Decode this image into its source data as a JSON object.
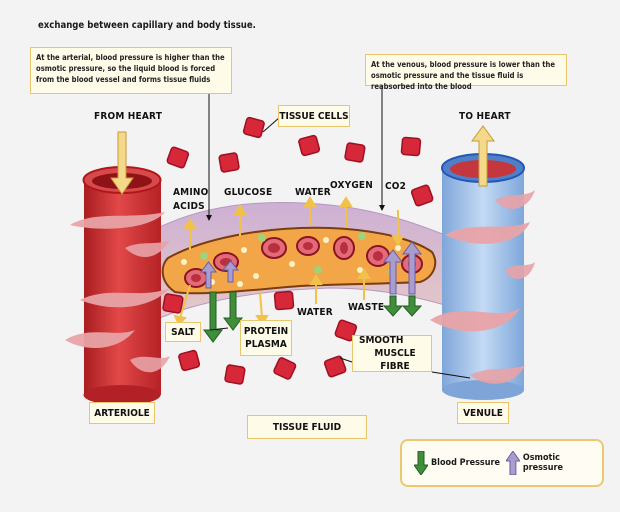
{
  "caption": "exchange between capillary and body tissue.",
  "notes": {
    "arterial": "At the arterial, blood pressure is higher than the osmotic pressure, so the liquid blood is forced from the blood vessel and forms tissue fluids",
    "venous": "At the venous, blood pressure is lower than the osmotic pressure and the tissue fluid is reabsorbed into the blood"
  },
  "labels": {
    "from_heart": "FROM HEART",
    "to_heart": "TO HEART",
    "tissue_cells": "TISSUE CELLS",
    "amino_acids_1": "AMINO",
    "amino_acids_2": "ACIDS",
    "glucose": "GLUCOSE",
    "water_top": "WATER",
    "oxygen": "OXYGEN",
    "co2": "CO2",
    "salt": "SALT",
    "protein_plasma_1": "PROTEIN",
    "protein_plasma_2": "PLASMA",
    "water_bottom": "WATER",
    "waste": "WASTE",
    "smooth_muscle_1": "SMOOTH",
    "smooth_muscle_2": "MUSCLE FIBRE",
    "arteriole": "ARTERIOLE",
    "venule": "VENULE",
    "tissue_fluid": "TISSUE FLUID"
  },
  "legend": {
    "blood_pressure": "Blood Pressure",
    "osmotic_pressure": "Osmotic pressure"
  },
  "colors": {
    "arteriole": "#d83a3a",
    "venule": "#8fb6e6",
    "capillary": "#d9b8c9",
    "plasma": "#f0a040",
    "tissue_cell": "#d7283a",
    "blood_pressure_arrow": "#3f8f3a",
    "osmotic_arrow": "#a99ccf",
    "flow_arrow": "#f4d98a"
  }
}
